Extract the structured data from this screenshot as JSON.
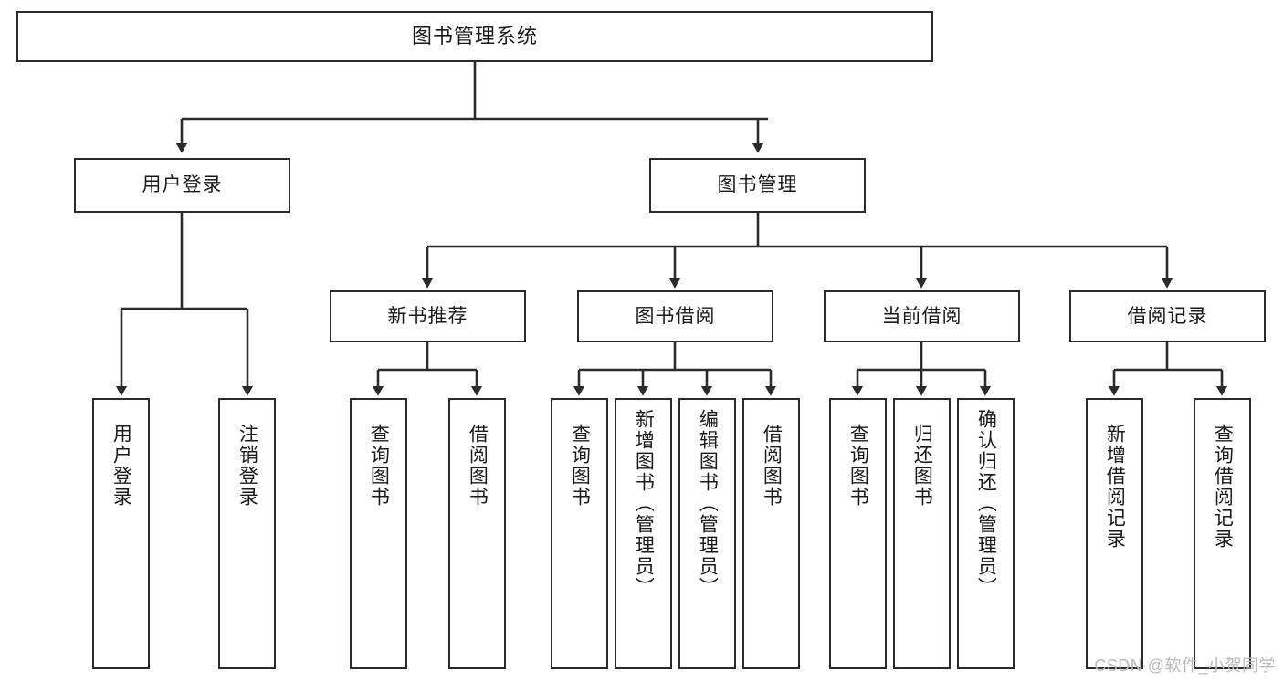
{
  "diagram": {
    "type": "tree",
    "title_text": "图书管理系统",
    "orientation": "top-down",
    "colors": {
      "background": "#ffffff",
      "node_border": "#2b2b2b",
      "node_fill": "#ffffff",
      "text": "#1a1a1a",
      "connector": "#2b2b2b",
      "watermark": "#b9b9b9"
    },
    "watermark": "CSDN @软件_小贺同学"
  },
  "nodes": {
    "root": {
      "label": "图书管理系统"
    },
    "level1": [
      {
        "id": "user-login",
        "label": "用户登录"
      },
      {
        "id": "book-manage",
        "label": "图书管理"
      }
    ],
    "level2": [
      {
        "id": "new-book-recommend",
        "label": "新书推荐"
      },
      {
        "id": "book-borrow",
        "label": "图书借阅"
      },
      {
        "id": "current-borrow",
        "label": "当前借阅"
      },
      {
        "id": "borrow-record",
        "label": "借阅记录"
      }
    ],
    "leaves": {
      "user_login": [
        {
          "id": "leaf-user-login",
          "label": "用户登录"
        },
        {
          "id": "leaf-logout-login",
          "label": "注销登录"
        }
      ],
      "new_book_recommend": [
        {
          "id": "leaf-query-book-1",
          "label": "查询图书"
        },
        {
          "id": "leaf-borrow-book-1",
          "label": "借阅图书"
        }
      ],
      "book_borrow": [
        {
          "id": "leaf-query-book-2",
          "label": "查询图书"
        },
        {
          "id": "leaf-add-book",
          "label": "新增图书（管理员）"
        },
        {
          "id": "leaf-edit-book",
          "label": "编辑图书（管理员）"
        },
        {
          "id": "leaf-borrow-book-2",
          "label": "借阅图书"
        }
      ],
      "current_borrow": [
        {
          "id": "leaf-query-book-3",
          "label": "查询图书"
        },
        {
          "id": "leaf-return-book",
          "label": "归还图书"
        },
        {
          "id": "leaf-confirm-return",
          "label": "确认归还（管理员）"
        }
      ],
      "borrow_record": [
        {
          "id": "leaf-add-record",
          "label": "新增借阅记录"
        },
        {
          "id": "leaf-query-record",
          "label": "查询借阅记录"
        }
      ]
    }
  }
}
